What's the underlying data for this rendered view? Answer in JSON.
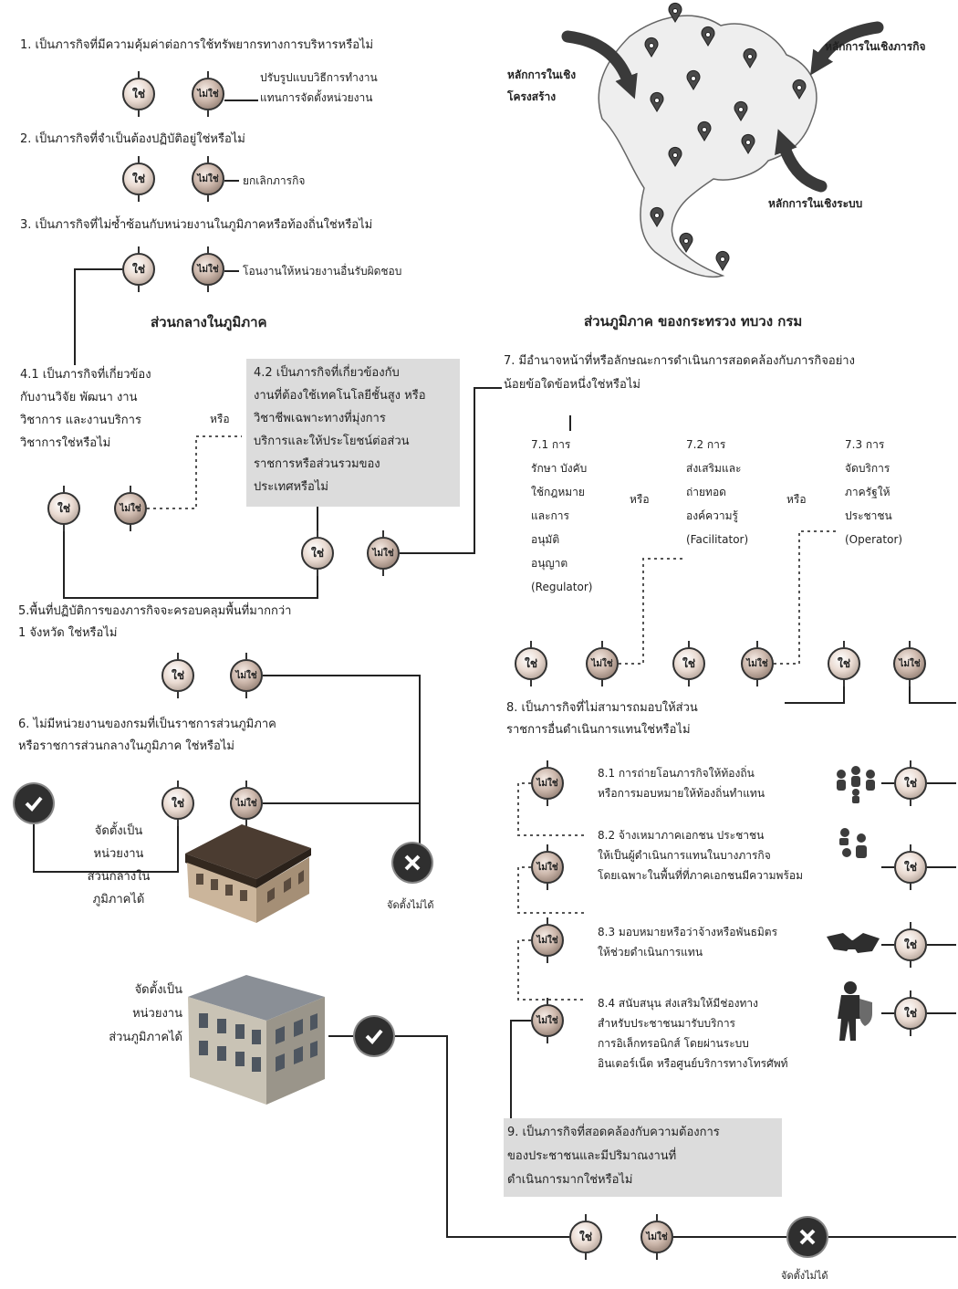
{
  "labels": {
    "yes": "ใช่",
    "no": "ไม่ใช่",
    "or": "หรือ"
  },
  "icons": {
    "approve": "check-icon",
    "reject": "x-icon",
    "map": "thailand-map-illustration",
    "pin": "map-pin-icon",
    "building": "building-illustration",
    "group": "people-group-icon",
    "network": "people-network-icon",
    "handshake": "handshake-icon",
    "person": "person-shield-icon"
  },
  "central": {
    "q1": "1. เป็นภารกิจที่มีความคุ้มค่าต่อการใช้ทรัพยากรทางการบริหารหรือไม่",
    "q1_no_result": [
      "ปรับรูปแบบวิธีการทำงาน",
      "แทนการจัดตั้งหน่วยงาน"
    ],
    "q2": "2. เป็นภารกิจที่จำเป็นต้องปฏิบัติอยู่ใช่หรือไม่",
    "q2_no_result": "ยกเลิกภารกิจ",
    "q3": "3. เป็นภารกิจที่ไม่ซ้ำซ้อนกับหน่วยงานในภูมิภาคหรือท้องถิ่นใช่หรือไม่",
    "q3_no_result": "โอนงานให้หน่วยงานอื่นรับผิดชอบ",
    "heading": "ส่วนกลางในภูมิภาค",
    "q4_1": [
      "4.1  เป็นภารกิจที่เกี่ยวข้อง",
      "กับงานวิจัย พัฒนา งาน",
      "วิชาการ และงานบริการ",
      "วิชาการใช่หรือไม่"
    ],
    "q4_2": [
      "4.2  เป็นภารกิจที่เกี่ยวข้องกับ",
      "งานที่ต้องใช้เทคโนโลยีชั้นสูง หรือ",
      "วิชาชีพเฉพาะทางที่มุ่งการ",
      "บริการและให้ประโยชน์ต่อส่วน",
      "ราชการหรือส่วนรวมของ",
      "ประเทศหรือไม่"
    ],
    "q5": [
      "5.พื้นที่ปฏิบัติการของภารกิจจะครอบคลุมพื้นที่มากกว่า",
      "1 จังหวัด ใช่หรือไม่"
    ],
    "q6": [
      "6. ไม่มีหน่วยงานของกรมที่เป็นราชการส่วนภูมิภาค",
      "หรือราชการส่วนกลางในภูมิภาค ใช่หรือไม่"
    ],
    "result_ok": [
      "จัดตั้งเป็น",
      "หน่วยงาน",
      "ส่วนกลางใน",
      "ภูมิภาคได้"
    ],
    "result_fail": "จัดตั้งไม่ได้"
  },
  "map": {
    "structure": [
      "หลักการในเชิง",
      "โครงสร้าง"
    ],
    "mission": "หลักการในเชิงภารกิจ",
    "system": "หลักการในเชิงระบบ"
  },
  "regional": {
    "heading": "ส่วนภูมิภาค ของกระทรวง ทบวง กรม",
    "q7": [
      "7. มีอำนาจหน้าที่หรือลักษณะการดำเนินการสอดคล้องกับภารกิจอย่าง",
      "น้อยข้อใดข้อหนึ่งใช่หรือไม่"
    ],
    "q7_1": [
      "7.1 การ",
      "รักษา บังคับ",
      "ใช้กฎหมาย",
      "และการ",
      "อนุมัติ",
      "อนุญาต",
      "(Regulator)"
    ],
    "q7_2": [
      "7.2 การ",
      "ส่งเสริมและ",
      "ถ่ายทอด",
      "องค์ความรู้",
      "(Facilitator)"
    ],
    "q7_3": [
      "7.3 การ",
      "จัดบริการ",
      "ภาครัฐให้",
      "ประชาชน",
      "(Operator)"
    ],
    "q8": [
      "8. เป็นภารกิจที่ไม่สามารถมอบให้ส่วน",
      "ราชการอื่นดำเนินการแทนใช่หรือไม่"
    ],
    "q8_1": [
      "8.1 การถ่ายโอนภารกิจให้ท้องถิ่น",
      "หรือการมอบหมายให้ท้องถิ่นทำแทน"
    ],
    "q8_2": [
      "8.2 จ้างเหมาภาคเอกชน ประชาชน",
      "ให้เป็นผู้ดำเนินการแทนในบางภารกิจ",
      "โดยเฉพาะในพื้นที่ที่ภาคเอกชนมีความพร้อม"
    ],
    "q8_3": [
      "8.3 มอบหมายหรือว่าจ้างหรือพันธมิตร",
      "ให้ช่วยดำเนินการแทน"
    ],
    "q8_4": [
      "8.4 สนับสนุน ส่งเสริมให้มีช่องทาง",
      "สำหรับประชาชนมารับบริการ",
      "การอิเล็กทรอนิกส์ โดยผ่านระบบ",
      "อินเตอร์เน็ต หรือศูนย์บริการทางโทรศัพท์"
    ],
    "q9": [
      "9. เป็นภารกิจที่สอดคล้องกับความต้องการ",
      "ของประชาชนและมีปริมาณงานที่",
      "ดำเนินการมากใช่หรือไม่"
    ],
    "result_ok": [
      "จัดตั้งเป็น",
      "หน่วยงาน",
      "ส่วนภูมิภาคได้"
    ],
    "result_fail": "จัดตั้งไม่ได้"
  }
}
